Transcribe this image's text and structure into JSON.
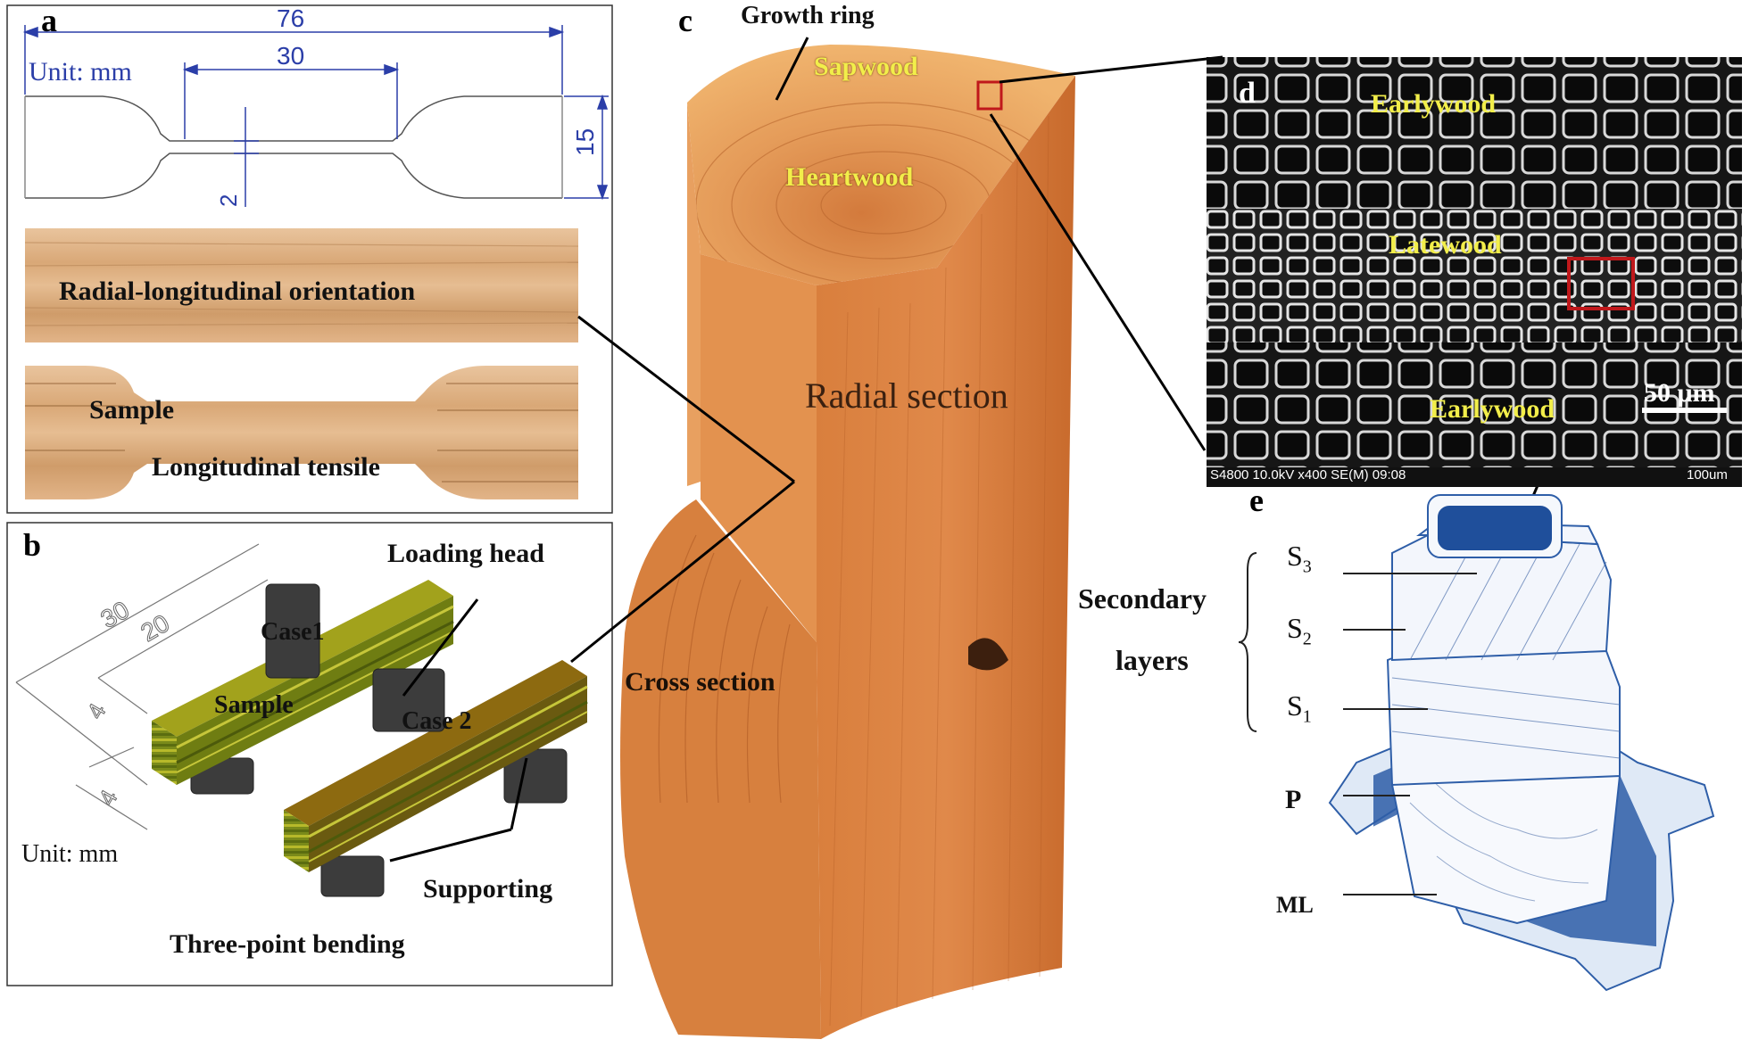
{
  "panels": {
    "a": {
      "label": "a",
      "dim_total": "76",
      "dim_gauge": "30",
      "dim_width": "15",
      "dim_neck": "2",
      "unit": "Unit: mm",
      "strip_caption": "Radial-longitudinal orientation",
      "sample": "Sample",
      "caption": "Longitudinal tensile"
    },
    "b": {
      "label": "b",
      "dim_30": "30",
      "dim_20": "20",
      "dim_4a": "4",
      "dim_4b": "4",
      "unit": "Unit: mm",
      "loading_head": "Loading head",
      "case1": "Case1",
      "case2": "Case 2",
      "sample": "Sample",
      "supporting": "Supporting",
      "caption": "Three-point bending"
    },
    "c": {
      "label": "c",
      "growth_ring": "Growth ring",
      "sapwood": "Sapwood",
      "heartwood": "Heartwood",
      "radial_section": "Radial section",
      "cross_section": "Cross section"
    },
    "d": {
      "label": "d",
      "earlywood_top": "Earlywood",
      "latewood": "Latewood",
      "earlywood_bottom": "Earlywood",
      "scale": "50 μm",
      "sem_info": "S4800 10.0kV x400 SE(M) 09:08",
      "sem_scale": "100um"
    },
    "e": {
      "label": "e",
      "secondary_line1": "Secondary",
      "secondary_line2": "layers",
      "s3": "S",
      "s3_sub": "3",
      "s2": "S",
      "s2_sub": "2",
      "s1": "S",
      "s1_sub": "1",
      "p": "P",
      "ml": "ML"
    }
  },
  "colors": {
    "wood_light": "#e8b98a",
    "wood_dark": "#c4682e",
    "dimension_blue": "#2b3ea8",
    "highlight_red": "#c0181b",
    "cell_blue": "#2e5ea8",
    "sem_bg": "#1a1a1a",
    "label_yellow": "#f2ee4a"
  }
}
